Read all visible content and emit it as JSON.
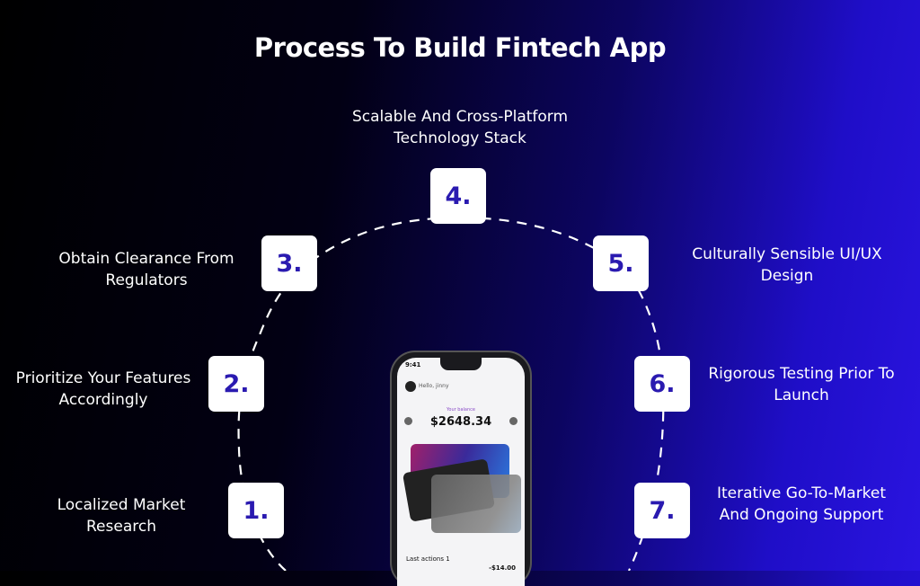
{
  "title": "Process To Build Fintech App",
  "steps": [
    {
      "number": "1.",
      "label": "Localized Market Research"
    },
    {
      "number": "2.",
      "label": "Prioritize Your Features Accordingly"
    },
    {
      "number": "3.",
      "label": "Obtain Clearance From Regulators"
    },
    {
      "number": "4.",
      "label": "Scalable And Cross-Platform Technology Stack"
    },
    {
      "number": "5.",
      "label": "Culturally Sensible UI/UX Design"
    },
    {
      "number": "6.",
      "label": "Rigorous Testing Prior To Launch"
    },
    {
      "number": "7.",
      "label": "Iterative Go-To-Market And Ongoing Support"
    }
  ],
  "phone": {
    "time": "9:41",
    "greeting": "Hello, jinny",
    "balance_label": "Your balance",
    "balance": "$2648.34",
    "last_actions": "Last actions",
    "last_actions_count": "1",
    "amount": "-$14.00"
  },
  "colors": {
    "number": "#2a1ab0",
    "accent_bg": "#2a14e0"
  }
}
